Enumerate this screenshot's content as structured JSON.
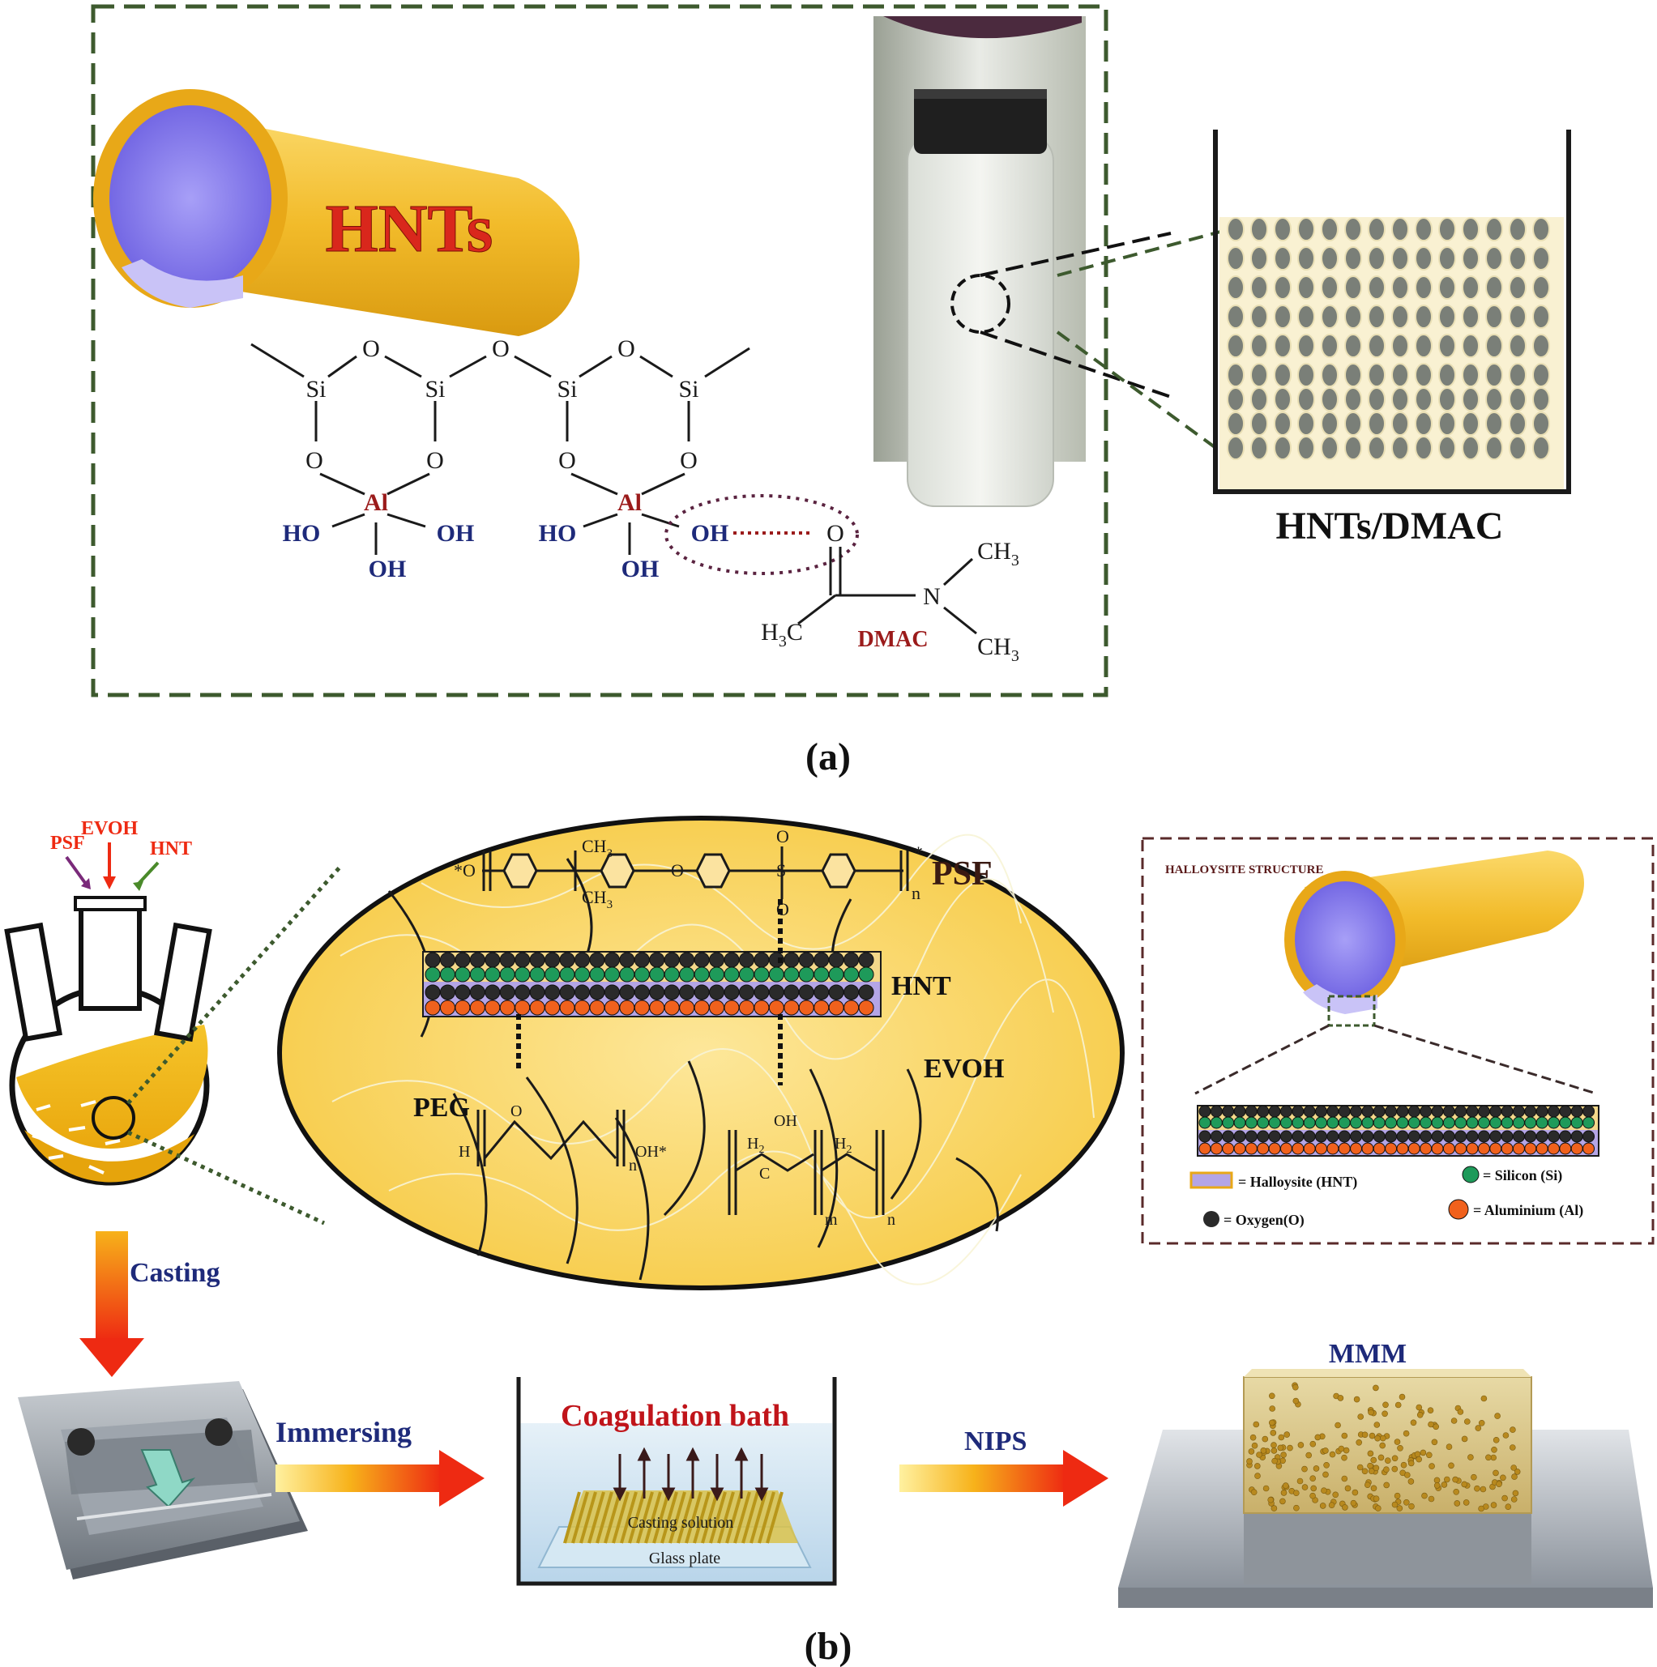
{
  "panel_a": {
    "tube_label": "HNTs",
    "atoms": {
      "si": "Si",
      "o": "O",
      "al": "Al",
      "oh": "OH",
      "ho": "HO"
    },
    "dmac": {
      "label": "DMAC",
      "o": "O",
      "n": "N",
      "c": "C",
      "h3": "H",
      "sub3": "3",
      "ch": "CH"
    },
    "beaker_label": "HNTs/DMAC",
    "caption": "(a)"
  },
  "panel_b": {
    "inputs": [
      "PSF",
      "EVOH",
      "HNT"
    ],
    "ellipse_labels": {
      "psf": "PSF",
      "hnt": "HNT",
      "peg": "PEG",
      "evoh": "EVOH",
      "ch3": "CH",
      "three": "3",
      "o": "O",
      "s": "S",
      "n": "n",
      "m": "m",
      "star_o": "*O",
      "star": "*",
      "oh_star": "OH*",
      "h": "H",
      "oh": "OH",
      "h2": "H",
      "two": "2",
      "c": "C"
    },
    "halloysite": {
      "title": "HALLOYSITE STRUCTURE",
      "legend": {
        "hnt": "= Halloysite (HNT)",
        "si": "= Silicon (Si)",
        "o": "= Oxygen(O)",
        "al": "= Aluminium (Al)"
      }
    },
    "steps": {
      "casting": "Casting",
      "immersing": "Immersing",
      "nips": "NIPS"
    },
    "bath": {
      "title": "Coagulation bath",
      "casting_solution": "Casting solution",
      "glass_plate": "Glass plate"
    },
    "mmm": "MMM",
    "caption": "(b)"
  },
  "colors": {
    "tube_gold": "#f2bb2a",
    "tube_inner": "#8f84f0",
    "dash_green": "#3d5a2e",
    "dmac_red": "#9b1b1b",
    "oh_blue": "#1e2a7a",
    "silicon": "#1e9a5a",
    "aluminium": "#f0611d",
    "oxygen": "#2a2a2a",
    "arrow_red": "#ee2a12",
    "arrow_orange": "#f7b21a"
  }
}
